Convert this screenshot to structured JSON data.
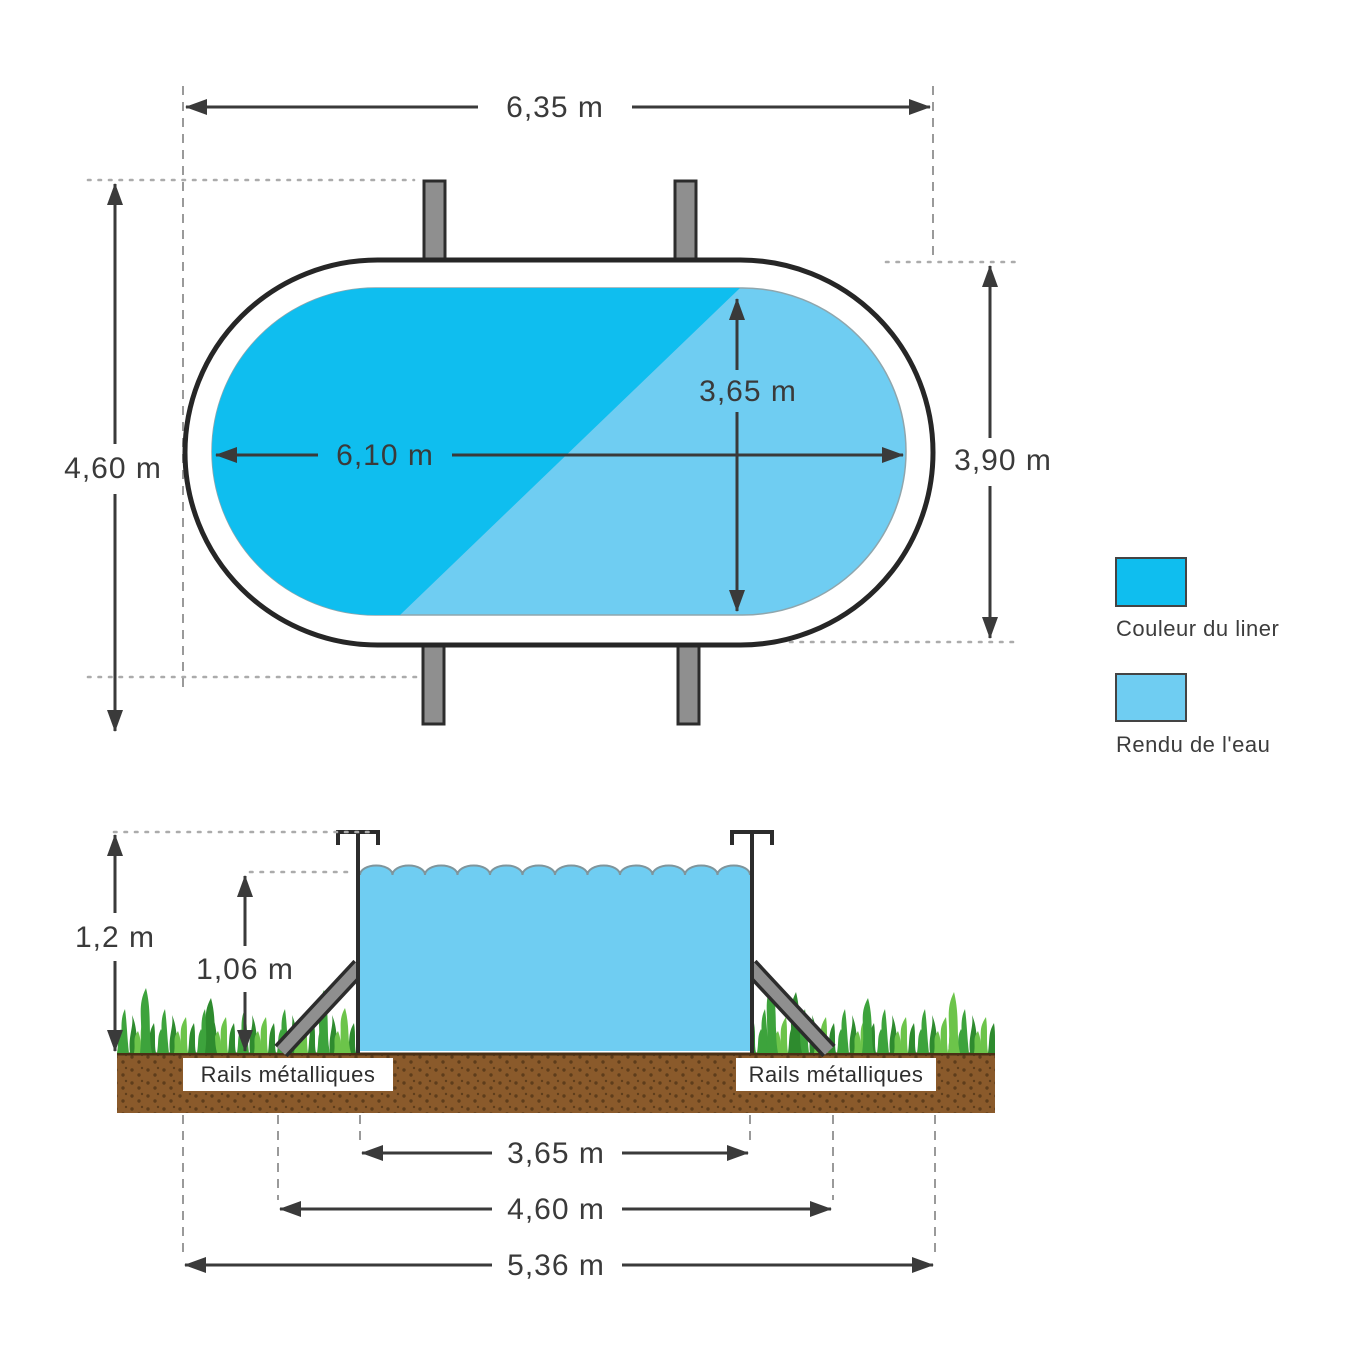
{
  "colors": {
    "liner": "#0fbeef",
    "water": "#6fcdf2",
    "outline": "#262626",
    "dim": "#3a3a3a",
    "guide": "#9a9a9a",
    "metal": "#8f8f8f",
    "metal-dark": "#2c2c2c",
    "soil": "#8a5a2b",
    "soil-dark": "#5e3d1b",
    "soil-edge": "#4a3015",
    "grass": "#3da33c",
    "grass-light": "#6cc44a",
    "grass-dark": "#2e8b2e"
  },
  "top_view": {
    "overall_length": "6,35 m",
    "overall_width": "4,60 m",
    "liner_length": "6,10 m",
    "liner_width": "3,65 m",
    "outer_width": "3,90 m"
  },
  "legend": {
    "liner_label": "Couleur du liner",
    "water_label": "Rendu de l'eau"
  },
  "section_view": {
    "wall_height": "1,2 m",
    "water_height": "1,06 m",
    "rails_left": "Rails métalliques",
    "rails_right": "Rails métalliques",
    "liner_width": "3,65 m",
    "footprint_width": "4,60 m",
    "rails_width": "5,36 m"
  }
}
